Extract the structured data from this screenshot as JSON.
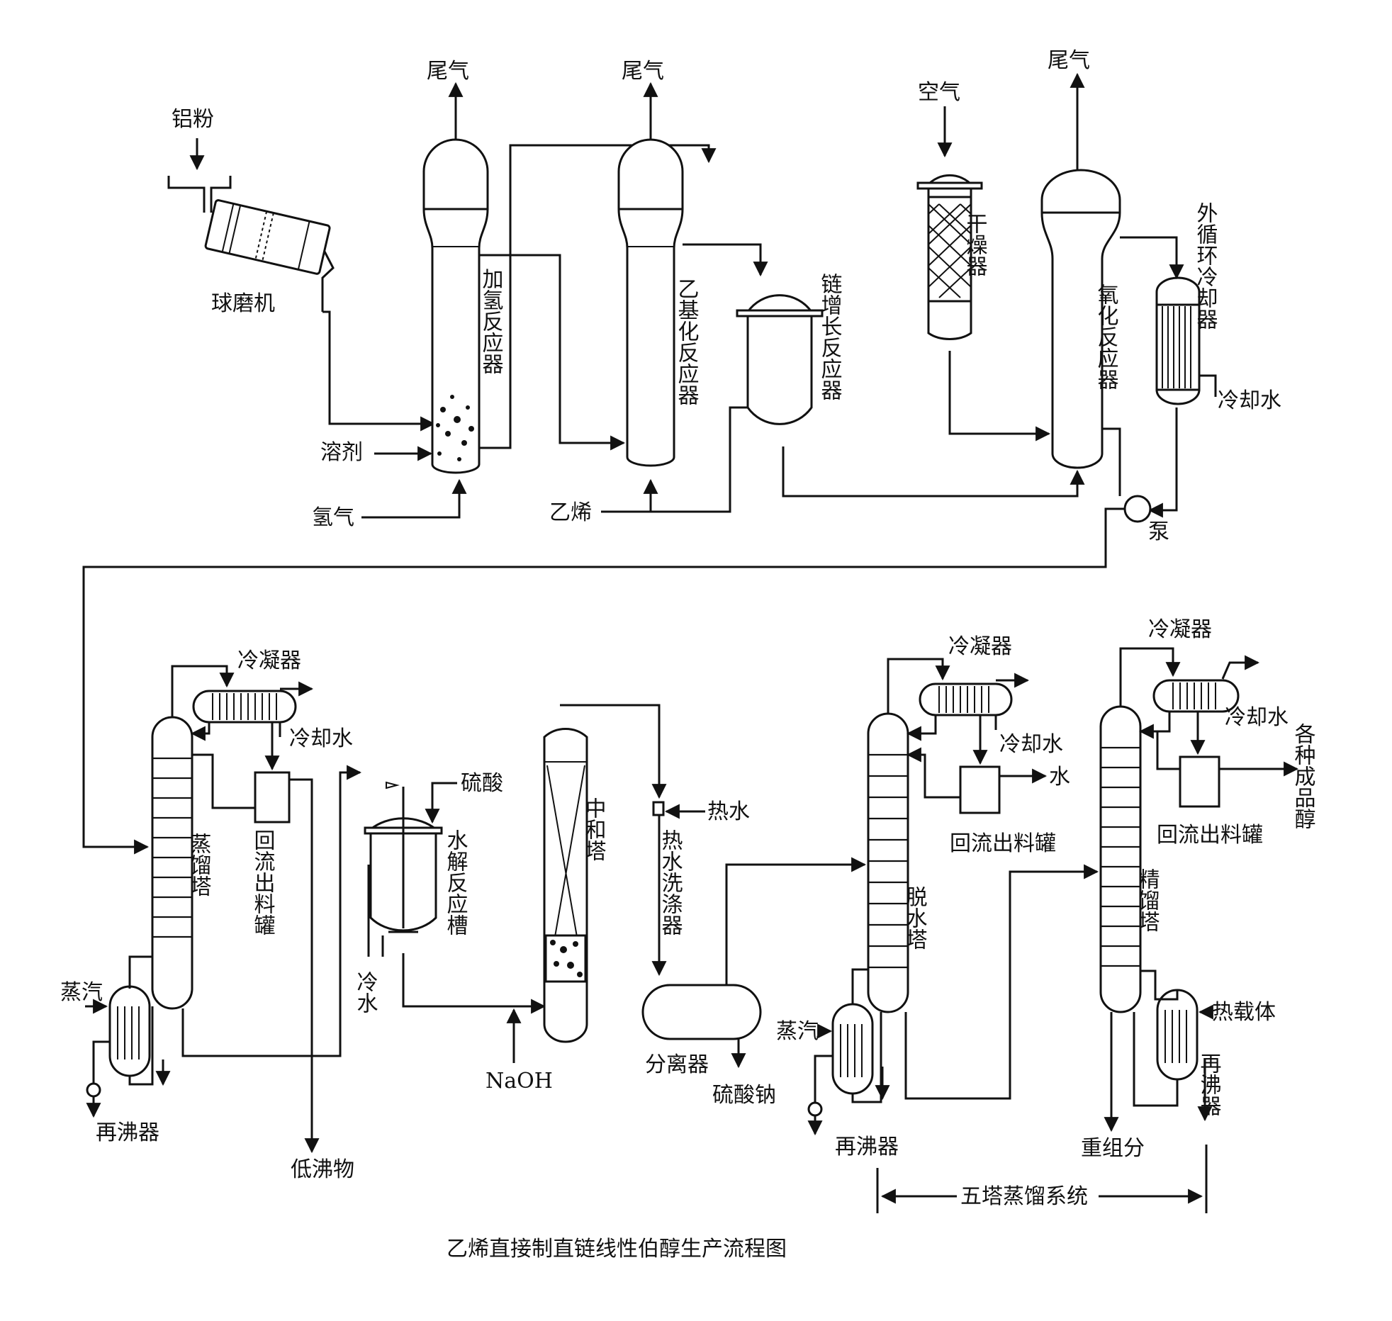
{
  "caption": "乙烯直接制直链线性伯醇生产流程图",
  "colors": {
    "line": "#111111",
    "background": "#ffffff"
  },
  "equipment": {
    "ball_mill": "球磨机",
    "hydrogenation_reactor": "加氢反应器",
    "ethylation_reactor": "乙基化反应器",
    "chain_growth_reactor": "链增长反应器",
    "dryer": "干燥器",
    "oxidation_reactor": "氧化反应器",
    "external_cooler": "外循环冷却器",
    "pump": "泵",
    "distillation_tower": "蒸馏塔",
    "condenser_1": "冷凝器",
    "reflux_tank_1": "回流出料罐",
    "reboiler_1": "再沸器",
    "hydrolysis_tank": "水解反应槽",
    "neutralization_tower": "中和塔",
    "hot_water_washer": "热水洗涤器",
    "separator": "分离器",
    "dehydration_tower": "脱水塔",
    "condenser_2": "冷凝器",
    "reflux_tank_2": "回流出料罐",
    "reboiler_2": "再沸器",
    "rectification_tower": "精馏塔",
    "condenser_3": "冷凝器",
    "reflux_tank_3": "回流出料罐",
    "reboiler_3": "再沸器"
  },
  "streams": {
    "aluminum_powder": "铝粉",
    "tail_gas_1": "尾气",
    "tail_gas_2": "尾气",
    "tail_gas_3": "尾气",
    "air": "空气",
    "solvent": "溶剂",
    "hydrogen": "氢气",
    "ethylene": "乙烯",
    "cooling_water_1": "冷却水",
    "cooling_water_2": "冷却水",
    "cooling_water_3": "冷却水",
    "cooling_water_4": "冷却水",
    "steam_1": "蒸汽",
    "steam_2": "蒸汽",
    "low_boilers": "低沸物",
    "sulfuric_acid": "硫酸",
    "cold_water": "冷水",
    "naoh": "NaOH",
    "hot_water": "热水",
    "sodium_sulfate": "硫酸钠",
    "water": "水",
    "heavy_fraction": "重组分",
    "heat_carrier": "热载体",
    "alcohol_products": "各种成品醇"
  },
  "system_label": "五塔蒸馏系统"
}
